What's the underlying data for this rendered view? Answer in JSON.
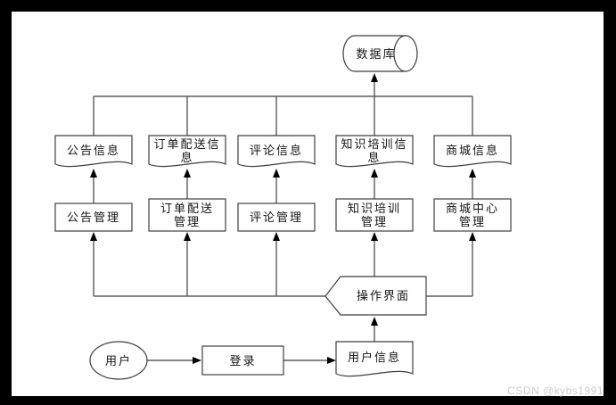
{
  "watermark": "CSDN @kybs1991",
  "colors": {
    "line": "#3f3f3f",
    "arrow": "#000000",
    "text": "#141414",
    "watermark": "#cccccc",
    "frame": "#000000",
    "bg": "#ffffff"
  },
  "flowchart": {
    "database": "数据库",
    "info_docs": [
      "公告信息",
      "订单配送信\n息",
      "评论信息",
      "知识培训信\n息",
      "商城信息"
    ],
    "mgmt_boxes": [
      "公告管理",
      "订单配送\n管理",
      "评论管理",
      "知识培训\n管理",
      "商城中心\n管理"
    ],
    "operation_interface": "操作界面",
    "user": "用户",
    "login": "登录",
    "user_info": "用户信息"
  }
}
